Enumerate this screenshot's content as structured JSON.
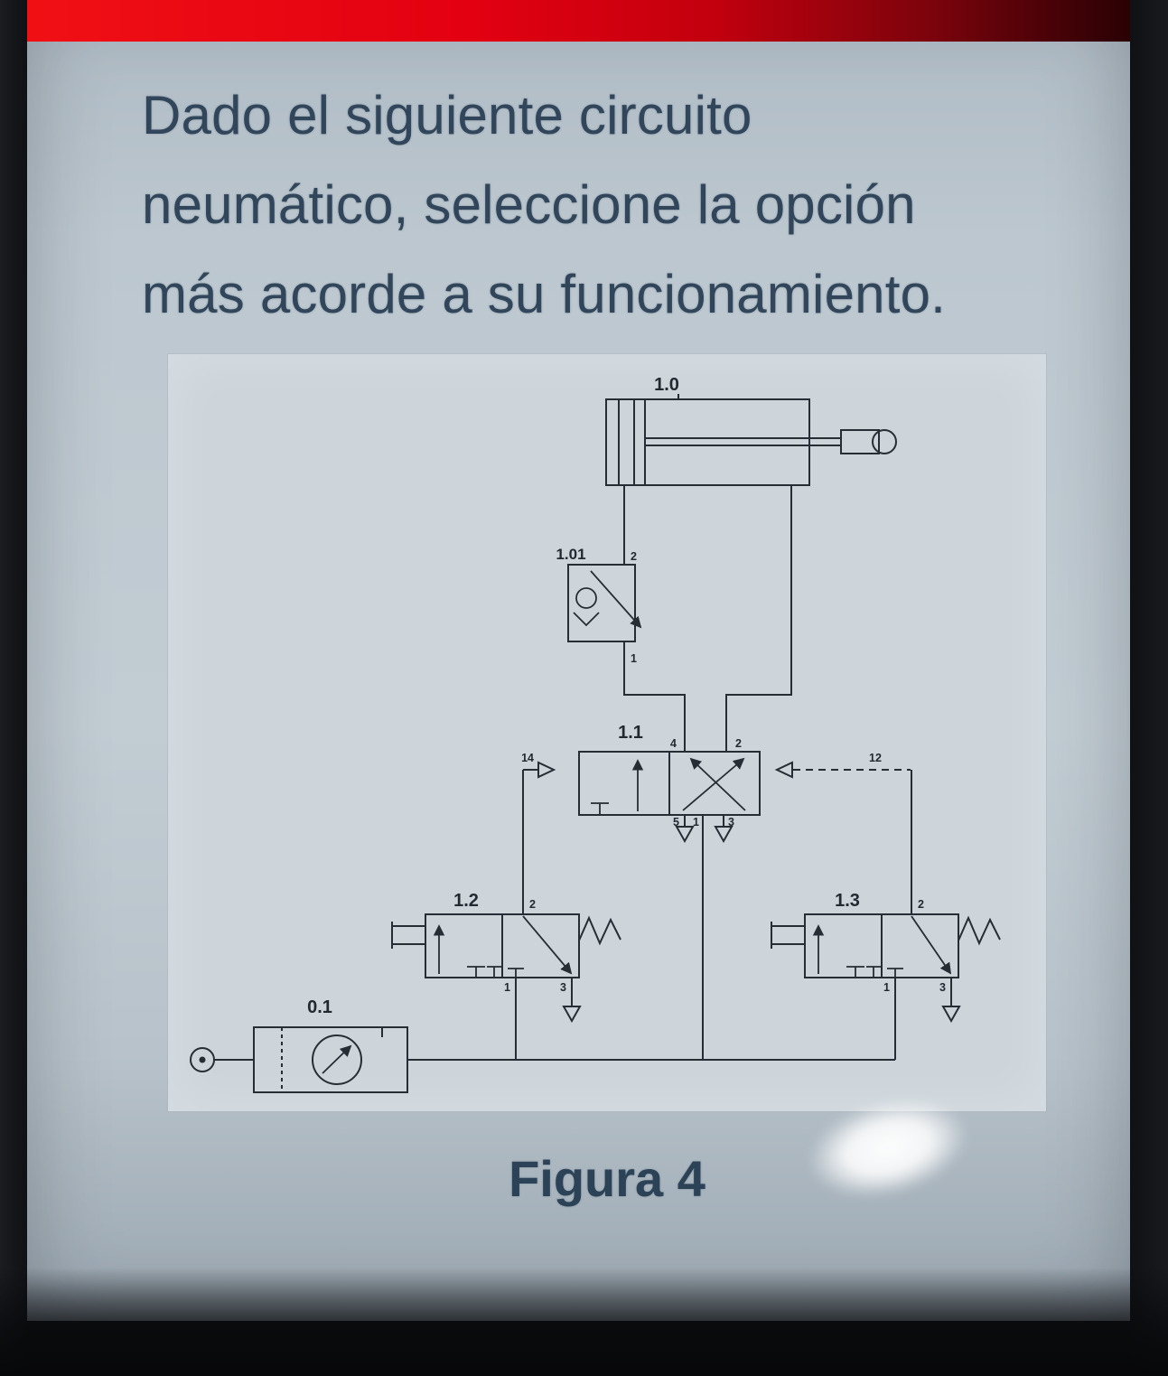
{
  "question": {
    "lines": [
      "Dado el siguiente circuito",
      "neumático, seleccione la opción",
      "más acorde a su funcionamiento."
    ]
  },
  "figure": {
    "caption": "Figura 4",
    "components": {
      "cylinder": "1.0",
      "flow_control": "1.01",
      "valve_main": "1.1",
      "valve_left": "1.2",
      "valve_right": "1.3",
      "air_supply": "0.1"
    },
    "ports": {
      "fc_out": "2",
      "fc_in": "1",
      "m_4": "4",
      "m_2": "2",
      "m_14": "14",
      "m_12": "12",
      "m_5": "5",
      "m_1": "1",
      "m_3": "3",
      "l_2": "2",
      "l_1": "1",
      "l_3": "3",
      "r_2": "2",
      "r_1": "1",
      "r_3": "3"
    }
  },
  "colors": {
    "top_bar": "#e30011",
    "question_text": "#31465a",
    "diagram_ink": "#262d34",
    "screen_bg": "#c2ccd3"
  }
}
